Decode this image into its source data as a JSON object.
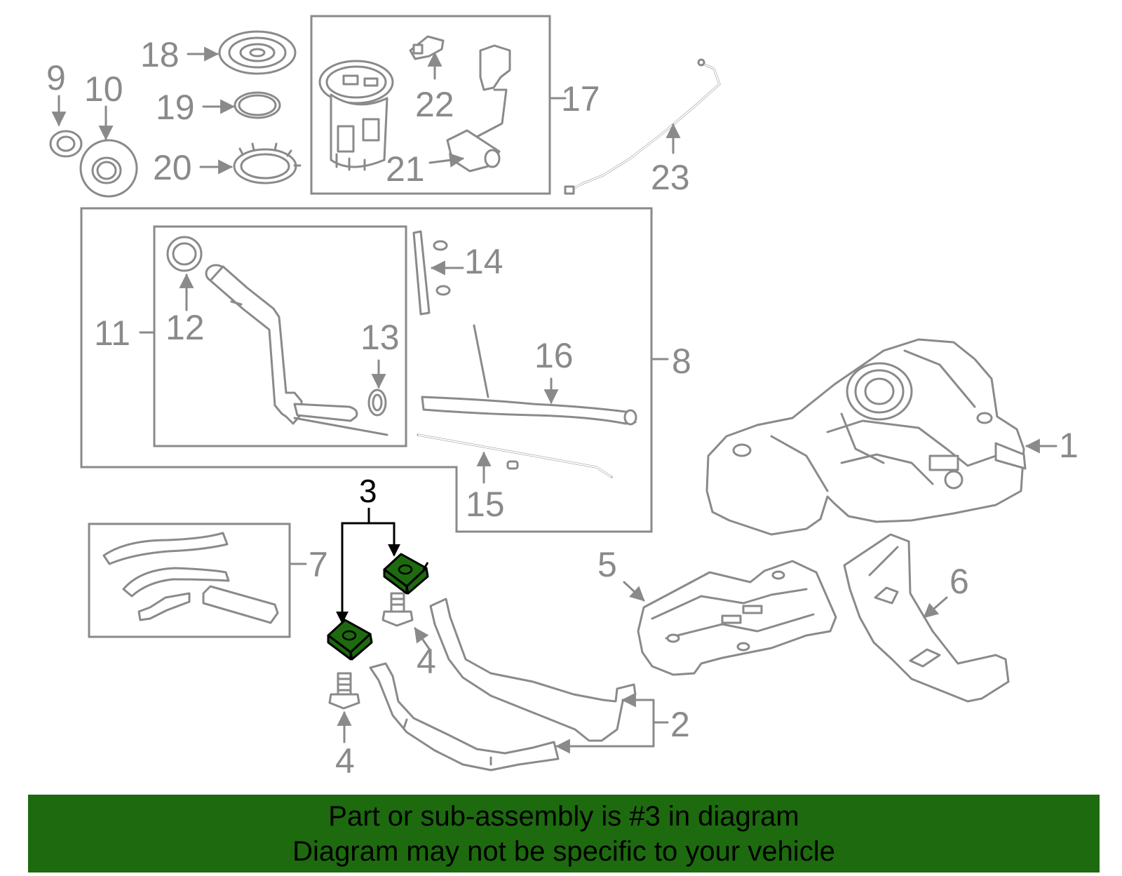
{
  "callouts": {
    "p1": "1",
    "p2": "2",
    "p3": "3",
    "p4a": "4",
    "p4b": "4",
    "p5": "5",
    "p6": "6",
    "p7": "7",
    "p8": "8",
    "p9": "9",
    "p10": "10",
    "p11": "11",
    "p12": "12",
    "p13": "13",
    "p14": "14",
    "p15": "15",
    "p16": "16",
    "p17": "17",
    "p18": "18",
    "p19": "19",
    "p20": "20",
    "p21": "21",
    "p22": "22",
    "p23": "23"
  },
  "colors": {
    "highlight": "#1d6a0f",
    "line": "#8a8a8a",
    "callout_highlight": "#000000"
  },
  "banner": {
    "line1": "Part or sub-assembly is #3 in diagram",
    "line2": "Diagram may not be specific to your vehicle"
  }
}
